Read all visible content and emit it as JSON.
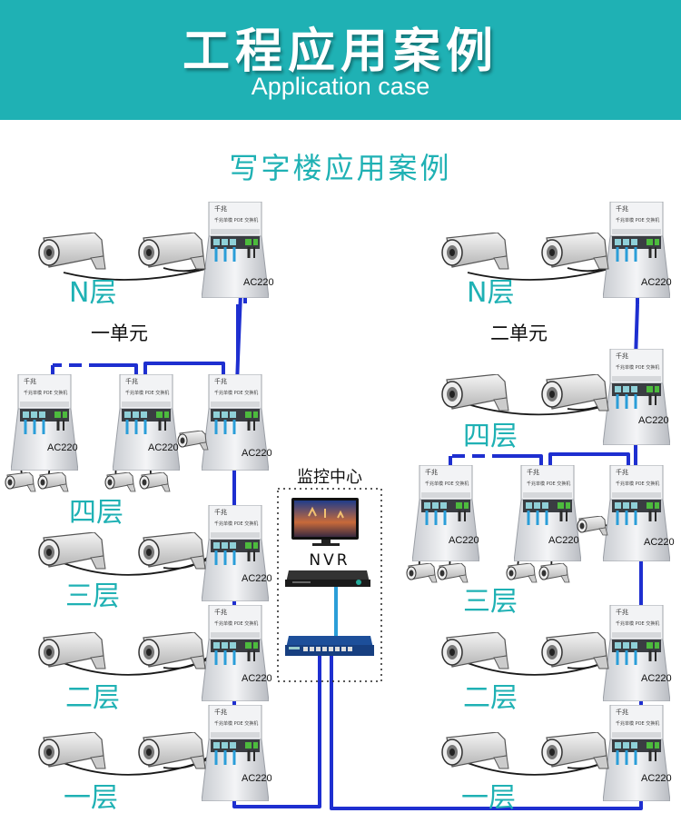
{
  "header": {
    "title": "工程应用案例",
    "subtitle_en": "Application case"
  },
  "section_title": "写字楼应用案例",
  "units": {
    "unit1": "一单元",
    "unit2": "二单元"
  },
  "floors": {
    "n": "N层",
    "f4": "四层",
    "f3": "三层",
    "f2": "二层",
    "f1": "一层"
  },
  "center": {
    "title": "监控中心",
    "nvr": "NVR"
  },
  "power_label": "AC220",
  "colors": {
    "banner": "#1fb1b4",
    "teal_text": "#1fb1b4",
    "cable": "#1e2fd0"
  }
}
